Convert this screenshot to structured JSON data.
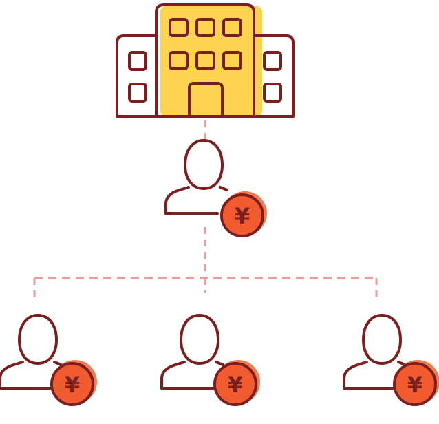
{
  "colors": {
    "outline": "#7a1f1f",
    "building_fill": "#fcd452",
    "coin_fill": "#f25a2f",
    "coin_shadow": "#f47a52",
    "connector": "#f19a9a",
    "background": "#ffffff"
  },
  "icons": {
    "top": "building-icon",
    "manager": "person-with-coin-icon",
    "staff": "person-with-coin-icon",
    "currency_symbol": "yen-coin-icon"
  },
  "coin": {
    "symbol": "¥"
  },
  "org": {
    "root": "building",
    "level_1_count": 1,
    "level_2_count": 3
  }
}
